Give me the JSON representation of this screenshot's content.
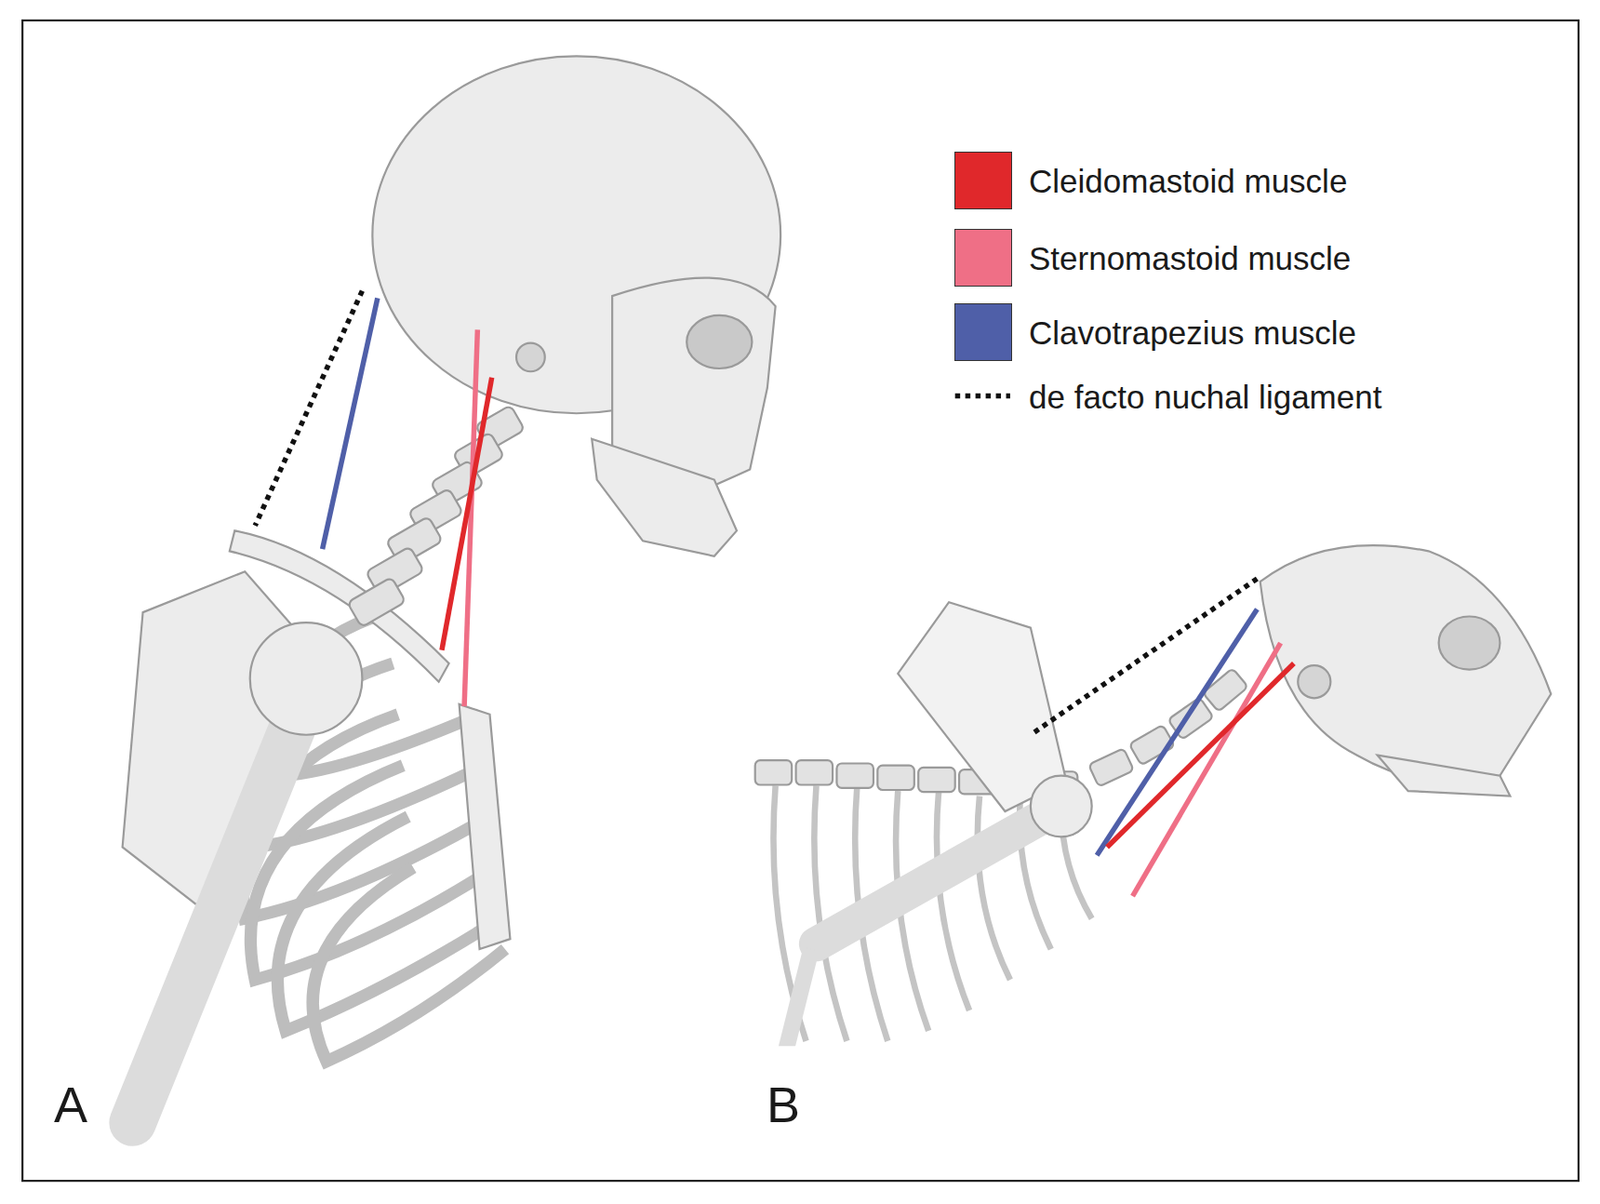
{
  "diagram": {
    "labels": [
      "A",
      "B"
    ],
    "legend": [
      {
        "text": "Cleidomastoid muscle",
        "color": "#e0282b"
      },
      {
        "text": "Sternomastoid muscle",
        "color": "#ef6f86"
      },
      {
        "text": "Clavotrapezius muscle",
        "color": "#4f5fa8"
      },
      {
        "text": "de facto nuchal ligament"
      }
    ]
  }
}
